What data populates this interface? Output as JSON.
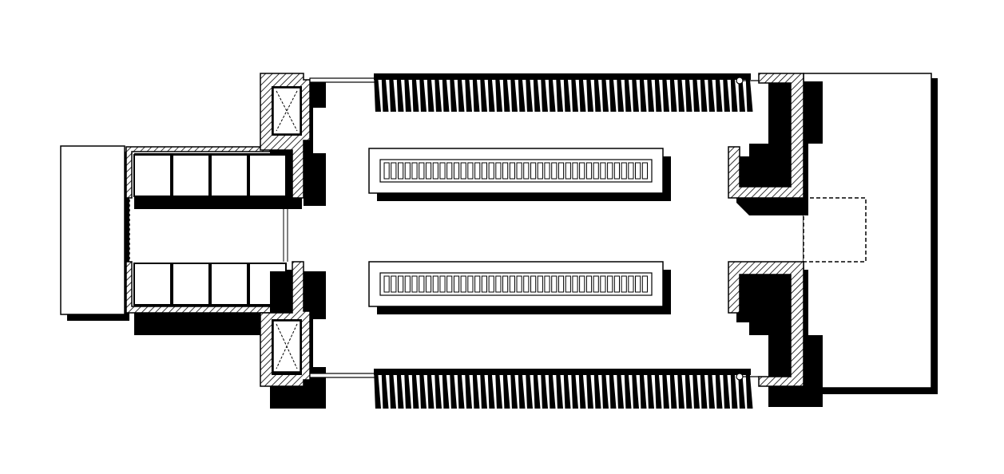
{
  "drawing": {
    "kind": "architectural-floor-plan",
    "ink_color": "#000000",
    "paper_color": "#ffffff",
    "shadow_style": "solid-black-offset",
    "walls_fill": "diagonal-hatch",
    "elements": [
      "left-annex-block",
      "left-bay-wing-top",
      "left-bay-wing-bottom",
      "hatched-wall-pier-top",
      "hatched-wall-pier-bottom",
      "x-marked-boxes",
      "central-long-displays",
      "perimeter-fin-arrays",
      "right-end-return-walls",
      "right-dashed-room",
      "right-enclosure"
    ],
    "counts": {
      "left_bay_cells_per_row": 4,
      "display_slat_count": 38
    }
  }
}
